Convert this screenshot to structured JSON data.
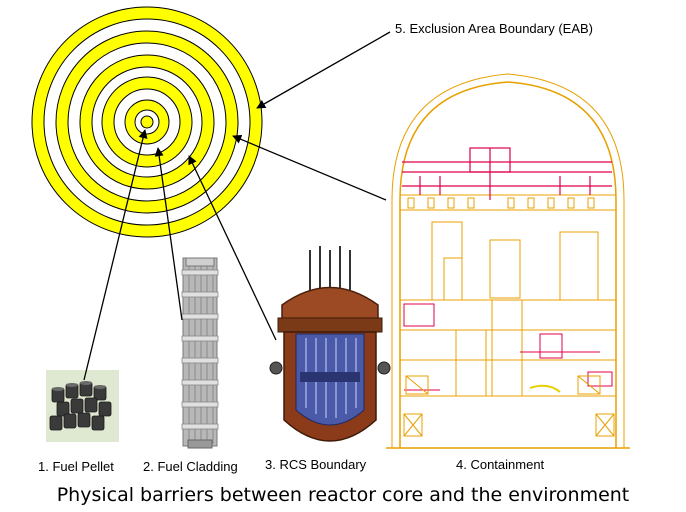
{
  "labels": {
    "eab": "5. Exclusion Area Boundary (EAB)",
    "pellet": "1. Fuel Pellet",
    "cladding": "2. Fuel Cladding",
    "rcs": "3. RCS Boundary",
    "containment": "4. Containment"
  },
  "caption": "Physical barriers between reactor core and the environment",
  "colors": {
    "ring_yellow": "#ffff00",
    "ring_outline": "#000000",
    "containment_orange": "#e8a000",
    "containment_red": "#e0004a",
    "vessel_brown": "#8b3a1a",
    "vessel_blue": "#4a5aa8",
    "pellet_gray": "#3a3a3a",
    "pellet_bg": "#dfe8d0",
    "cladding_gray": "#a9a9a9"
  },
  "icons": {
    "target": "concentric-barrier-rings",
    "pellet": "fuel-pellet-cluster",
    "cladding": "fuel-rod-assembly",
    "rcs": "reactor-pressure-vessel",
    "containment": "containment-building-cross-section"
  }
}
